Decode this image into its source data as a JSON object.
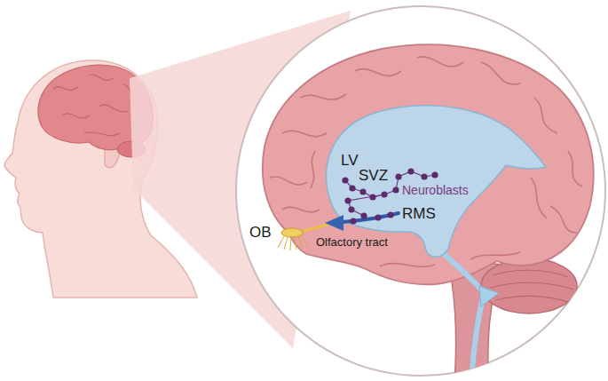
{
  "diagram": {
    "labels": [
      "LV",
      "SVZ",
      "Neuroblasts",
      "RMS",
      "OB",
      "Olfactory tract"
    ]
  }
}
